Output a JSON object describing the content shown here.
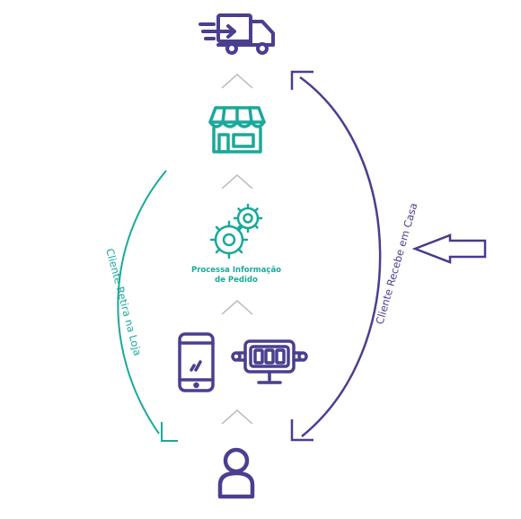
{
  "colors": {
    "purple": "#4a3f8f",
    "teal": "#19a99a",
    "chevron_gray": "#b9b9b9",
    "pointer_purple": "#463c8c"
  },
  "nodes": {
    "delivery": {
      "icon": "delivery-truck-icon"
    },
    "store": {
      "icon": "storefront-icon"
    },
    "process": {
      "icon": "gears-icon",
      "caption_line1": "Processa Informação",
      "caption_line2": "de Pedido"
    },
    "channels": {
      "mobile_icon": "smartphone-icon",
      "kiosk_icon": "self-service-terminal-icon"
    },
    "customer": {
      "icon": "person-icon"
    }
  },
  "paths": {
    "pickup_label": "Cliente Retira na Loja",
    "delivery_label": "Cliente Recebe em Casa"
  },
  "pointer": {
    "icon": "left-arrow-icon"
  }
}
